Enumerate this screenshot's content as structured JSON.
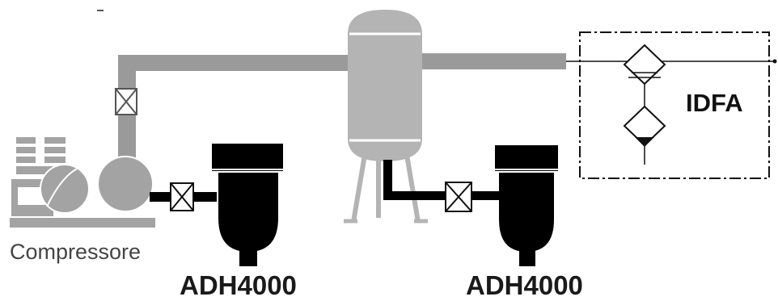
{
  "labels": {
    "compressor": "Compressore",
    "dryer_left": "ADH4000",
    "dryer_right": "ADH4000",
    "filter_unit": "IDFA"
  },
  "colors": {
    "pipe": "#9a9a9a",
    "tank": "#b4b4b4",
    "machine": "#a3a3a3",
    "dark_unit": "#000000",
    "outline": "#111111",
    "background": "#ffffff"
  },
  "icons": {
    "valve": "valve-icon",
    "filter": "filter-icon",
    "tank": "receiver-tank-icon",
    "dryer": "dryer-icon",
    "compressor": "compressor-icon"
  }
}
